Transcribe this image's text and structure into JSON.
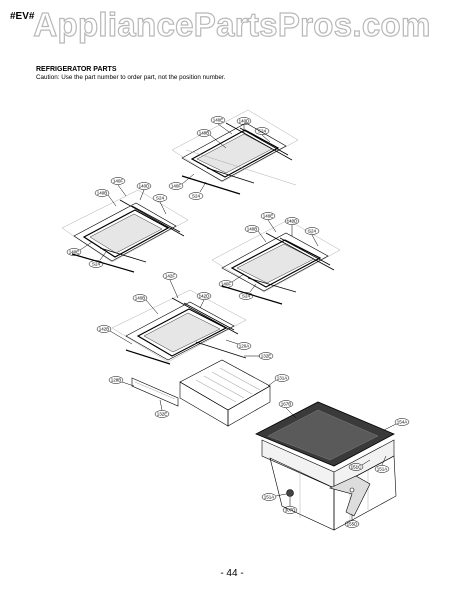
{
  "header": {
    "corner_code": "#EV#",
    "watermark": "AppliancePartsPros.com"
  },
  "section": {
    "title": "REFRIGERATOR PARTS",
    "caution": "Caution: Use the part number to order part, not the position number."
  },
  "callouts": {
    "a1": "140E",
    "a2": "140B",
    "a3": "140D",
    "a4": "S24",
    "a5": "140F",
    "a6": "S24",
    "b1": "140F",
    "b2": "140D",
    "b3": "140B",
    "b4": "S24",
    "b5": "140E",
    "b6": "S24",
    "c1": "140E",
    "c2": "140D",
    "c3": "140B",
    "c4": "S24",
    "c5": "140F",
    "c6": "S24",
    "d1": "142F",
    "d2": "140B",
    "d3": "142D",
    "d4": "142B",
    "d5": "120A",
    "d6": "132E",
    "e1": "128B",
    "e2": "132E",
    "e3": "131A",
    "f1": "167B",
    "f2": "154A",
    "f3": "151C",
    "f4": "151A",
    "f5": "151A",
    "f6": "307D",
    "f7": "155D"
  },
  "footer": {
    "page_number": "- 44 -"
  }
}
